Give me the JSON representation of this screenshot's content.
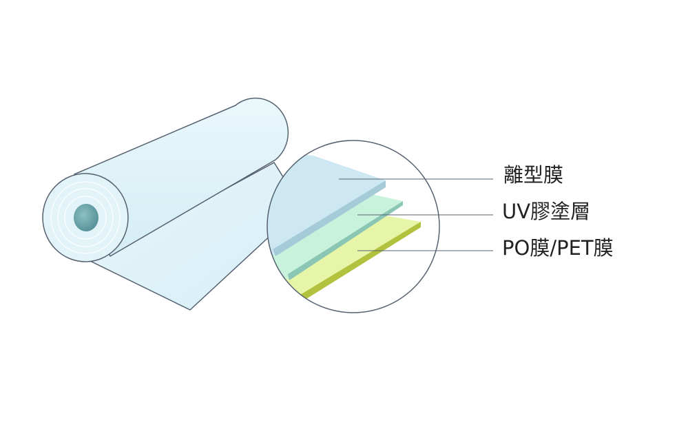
{
  "layers": [
    {
      "label": "離型膜",
      "color": "#cde8f3"
    },
    {
      "label": "UV膠塗層",
      "color": "#c8f2dc"
    },
    {
      "label": "PO膜/PET膜",
      "color": "#e6f5a8"
    }
  ],
  "colors": {
    "outline": "#556070",
    "roll_fill": "#dff3f8",
    "core": "#6fa7ad",
    "leader": "#556070"
  }
}
